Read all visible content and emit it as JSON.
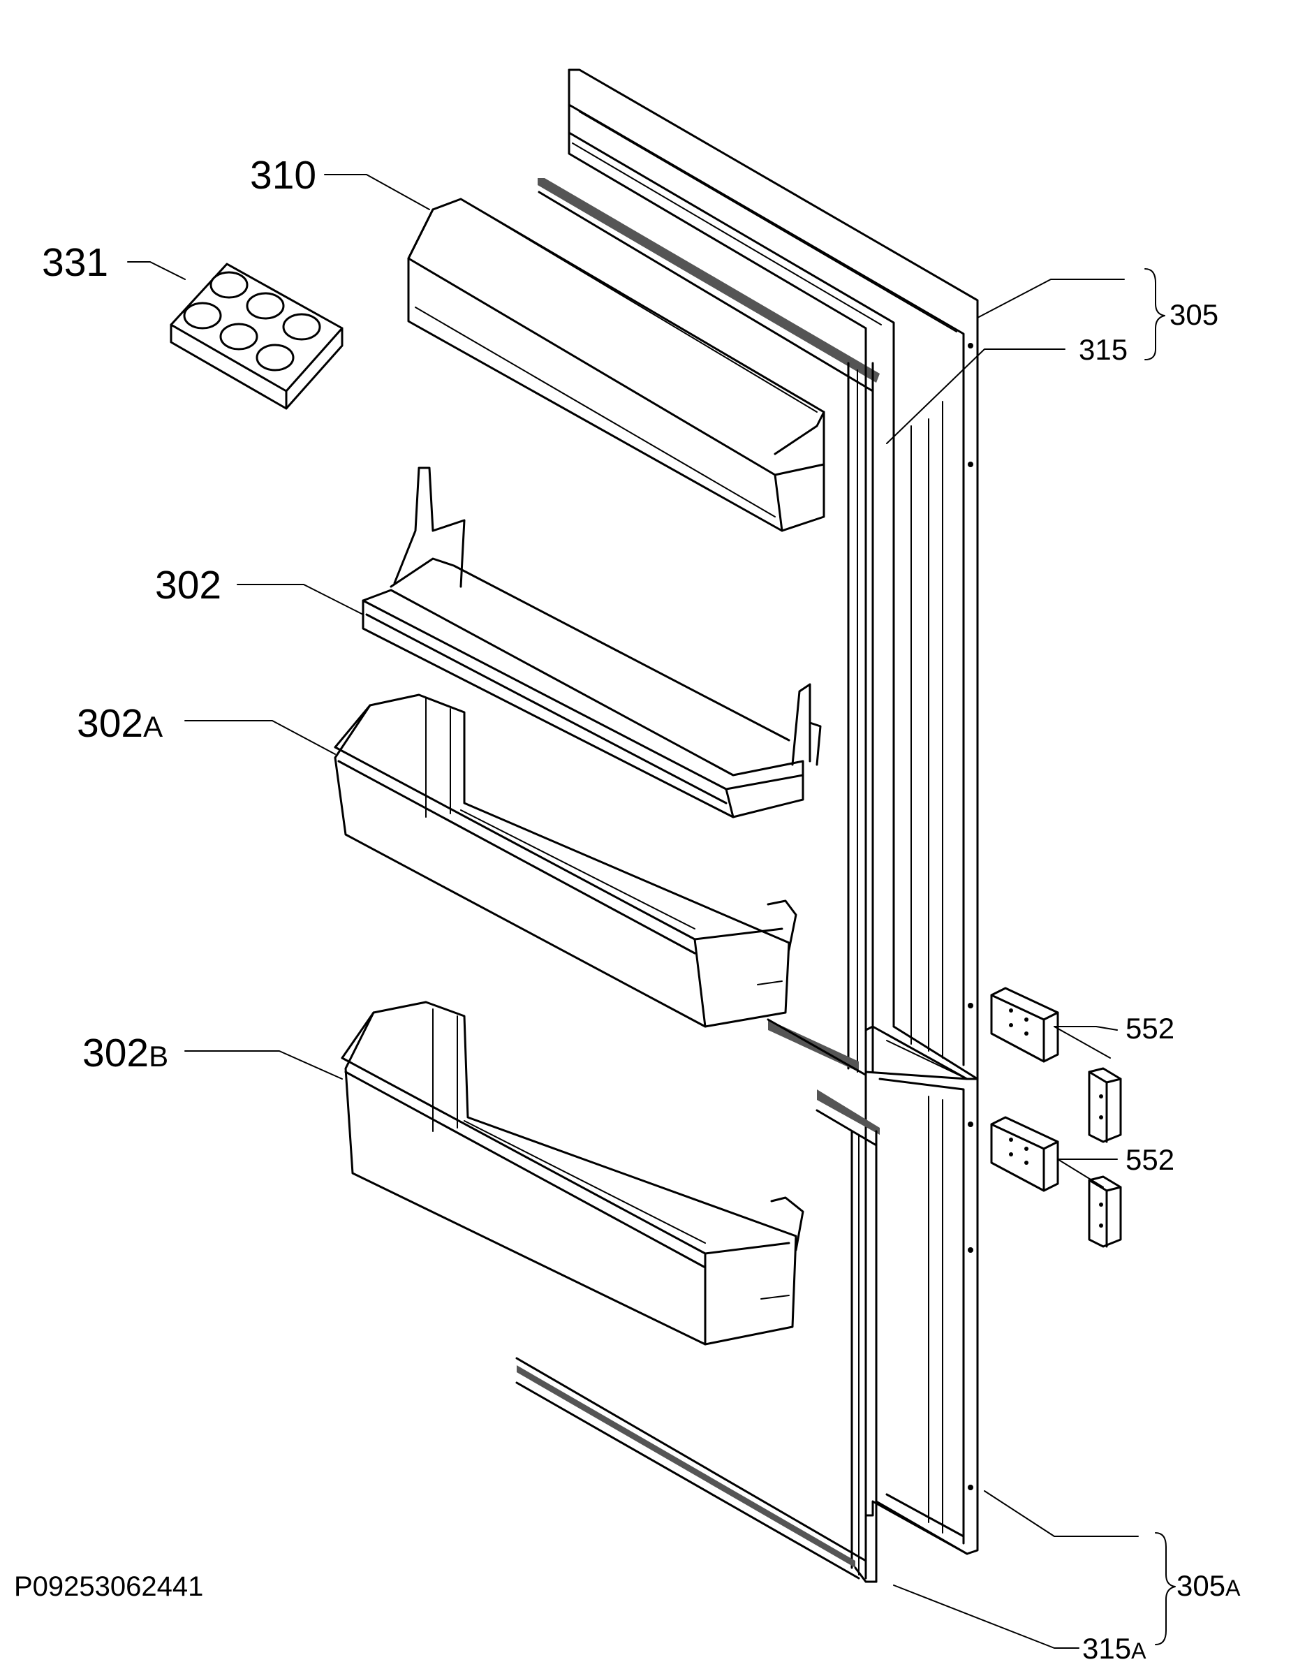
{
  "diagram": {
    "drawing_code": "P09253062441",
    "labels": {
      "p310": "310",
      "p331": "331",
      "p302": "302",
      "p302a": "302",
      "p302a_suffix": "A",
      "p302b": "302",
      "p302b_suffix": "B",
      "p305": "305",
      "p315": "315",
      "p305a": "305",
      "p305a_suffix": "A",
      "p315a": "315",
      "p315a_suffix": "A",
      "p552_top": "552",
      "p552_bottom": "552"
    }
  }
}
